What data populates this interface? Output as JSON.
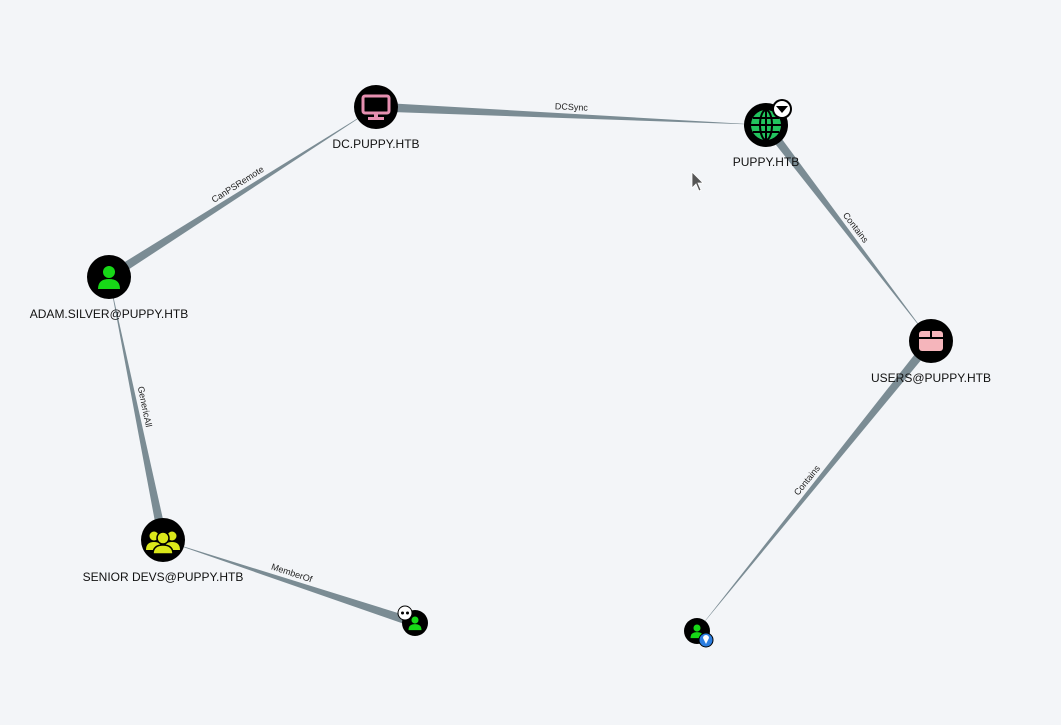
{
  "nodes": [
    {
      "id": "dc",
      "label": "DC.PUPPY.HTB",
      "icon": "computer-icon",
      "color": "#e68fb0"
    },
    {
      "id": "domain",
      "label": "PUPPY.HTB",
      "icon": "globe-icon",
      "color": "#22c55e",
      "badge": "crown-badge-icon"
    },
    {
      "id": "adam",
      "label": "ADAM.SILVER@PUPPY.HTB",
      "icon": "user-icon",
      "color": "#17d817"
    },
    {
      "id": "users",
      "label": "USERS@PUPPY.HTB",
      "icon": "container-icon",
      "color": "#f5b5bb"
    },
    {
      "id": "senior",
      "label": "SENIOR DEVS@PUPPY.HTB",
      "icon": "group-icon",
      "color": "#dbe81a"
    },
    {
      "id": "u1",
      "label": "",
      "icon": "user-icon",
      "color": "#17d817",
      "badge": "skull-badge-icon"
    },
    {
      "id": "u2",
      "label": "",
      "icon": "user-icon",
      "color": "#17d817",
      "badge": "pin-badge-icon"
    }
  ],
  "edges": [
    {
      "from": "dc",
      "to": "domain",
      "label": "DCSync"
    },
    {
      "from": "adam",
      "to": "dc",
      "label": "CanPSRemote"
    },
    {
      "from": "senior",
      "to": "adam",
      "label": "GenericAll"
    },
    {
      "from": "u1",
      "to": "senior",
      "label": "MemberOf"
    },
    {
      "from": "domain",
      "to": "users",
      "label": "Contains"
    },
    {
      "from": "users",
      "to": "u2",
      "label": "Contains"
    }
  ],
  "colors": {
    "edge": "#7b8c94",
    "node_bg": "#000000",
    "canvas": "#f3f5f8"
  }
}
